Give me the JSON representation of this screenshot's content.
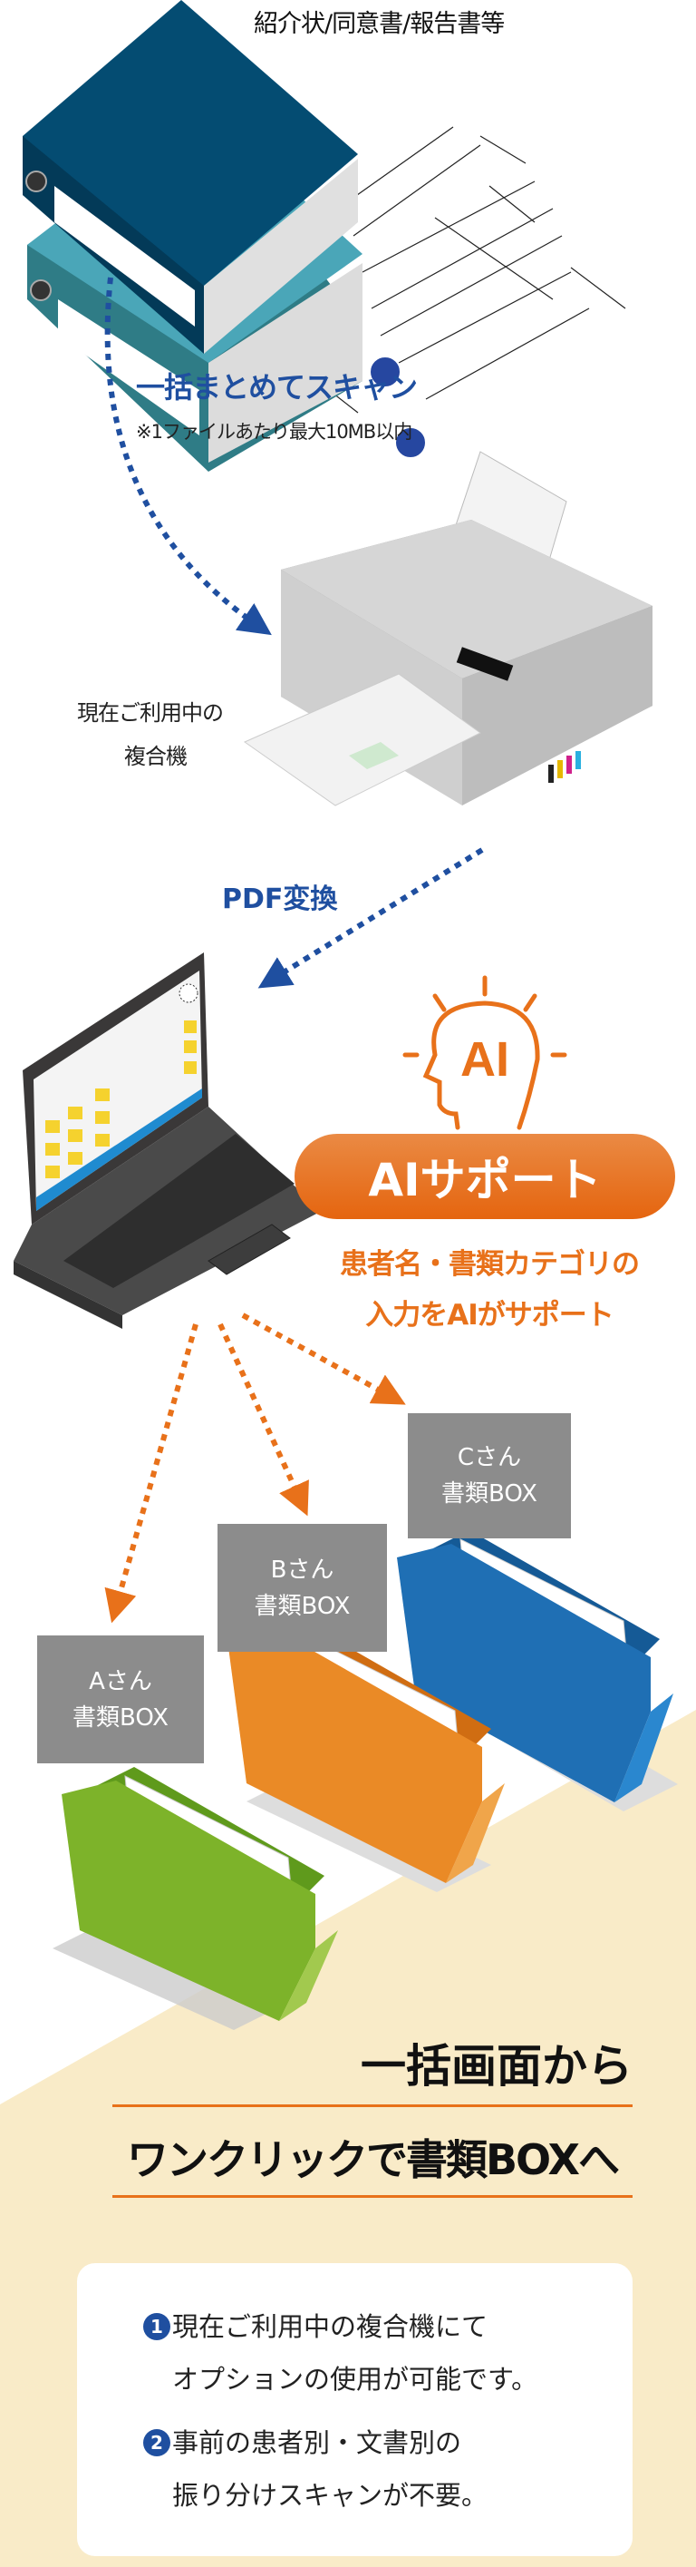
{
  "documents_caption": "紹介状/同意書/報告書等",
  "scan": {
    "title": "一括まとめてスキャン",
    "note": "※1ファイルあたり最大10MB以内"
  },
  "mfp_label": [
    "現在ご利用中の",
    "複合機"
  ],
  "pdf_label": "PDF変換",
  "ai": {
    "icon_text": "AI",
    "pill": "AIサポート",
    "desc": [
      "患者名・書類カテゴリの",
      "入力をAIがサポート"
    ]
  },
  "boxes": [
    {
      "name": "Aさん",
      "label": "書類BOX",
      "color": "#7db32a"
    },
    {
      "name": "Bさん",
      "label": "書類BOX",
      "color": "#ea8a26"
    },
    {
      "name": "Cさん",
      "label": "書類BOX",
      "color": "#1f6fb4"
    }
  ],
  "headline": {
    "line1": "一括画面から",
    "line2": "ワンクリックで書類BOXへ"
  },
  "points": [
    {
      "num": "1",
      "lines": [
        "現在ご利用中の複合機にて",
        "オプションの使用が可能です。"
      ]
    },
    {
      "num": "2",
      "lines": [
        "事前の患者別・文書別の",
        "振り分けスキャンが不要。"
      ]
    }
  ],
  "colors": {
    "blue": "#1f4fa0",
    "orange": "#e8711a",
    "beige": "#f9ebc8",
    "gray_label": "#8c8c8c"
  }
}
